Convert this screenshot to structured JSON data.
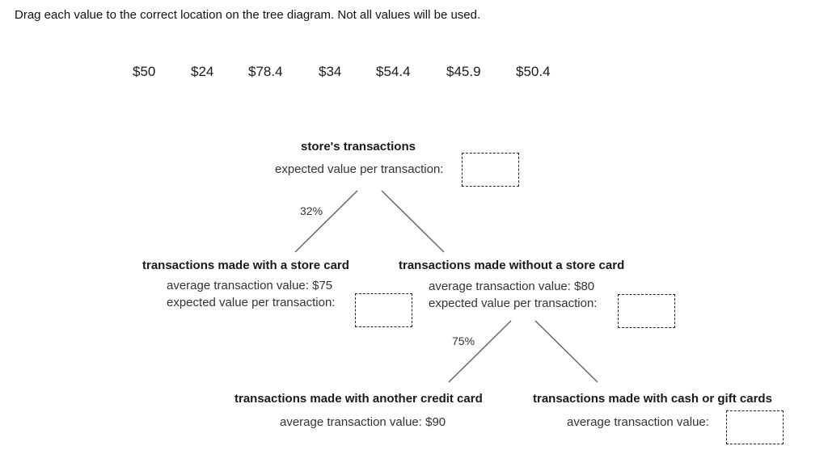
{
  "instructions": "Drag each value to the correct location on the tree diagram. Not all values will be used.",
  "value_bank": [
    {
      "label": "$50"
    },
    {
      "label": "$24"
    },
    {
      "label": "$78.4"
    },
    {
      "label": "$34"
    },
    {
      "label": "$54.4"
    },
    {
      "label": "$45.9"
    },
    {
      "label": "$50.4"
    }
  ],
  "tree": {
    "root": {
      "title": "store's  transactions",
      "expected_label": "expected value per transaction:",
      "expected_value": ""
    },
    "branch_left_pct": "32%",
    "store_card": {
      "title": "transactions made with a store card",
      "avg_label": "average transaction value: $75",
      "expected_label": "expected value per transaction:",
      "expected_value": ""
    },
    "no_store_card": {
      "title": "transactions made without a store card",
      "avg_label": "average transaction value: $80",
      "expected_label": "expected value per transaction:",
      "expected_value": ""
    },
    "branch_sub_left_pct": "75%",
    "other_credit": {
      "title": "transactions made with another credit card",
      "avg_label": "average transaction value: $90"
    },
    "cash_gift": {
      "title": "transactions made with cash or gift cards",
      "avg_label": "average transaction value:",
      "avg_value": ""
    }
  }
}
